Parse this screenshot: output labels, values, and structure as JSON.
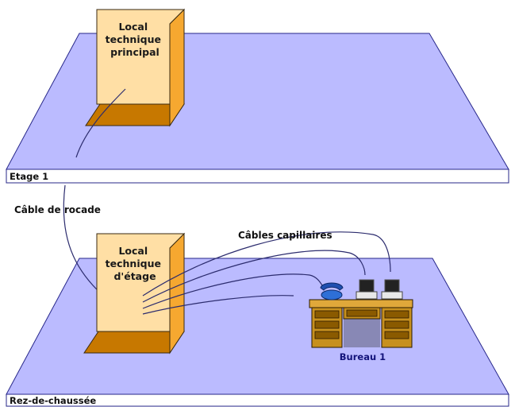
{
  "floors": {
    "upper": {
      "label": "Etage 1"
    },
    "ground": {
      "label": "Rez-de-chaussée"
    }
  },
  "rooms": {
    "main_tech": {
      "lines": [
        "Local",
        "technique",
        "principal"
      ]
    },
    "floor_tech": {
      "lines": [
        "Local",
        "technique",
        "d'étage"
      ]
    }
  },
  "cables": {
    "backbone": {
      "label": "Câble de rocade"
    },
    "horizontal": {
      "label": "Câbles capillaires"
    }
  },
  "office": {
    "label": "Bureau 1"
  },
  "colors": {
    "floor_fill": "#bbbbff",
    "floor_stroke": "#27278a",
    "box_front": "#ffdfa5",
    "box_side": "#f6a830",
    "box_base": "#c77800",
    "box_stroke": "#3a2a10",
    "cable": "#2c2c6e",
    "desk": "#c7901e",
    "phone": "#2e6fd6"
  }
}
